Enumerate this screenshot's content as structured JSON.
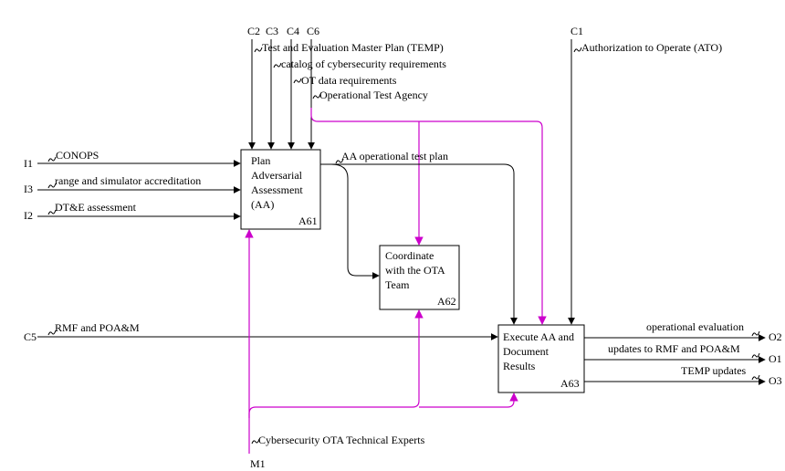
{
  "colors": {
    "arrow": "#000000",
    "mechanism": "#cc00cc",
    "box_border": "#000000",
    "background": "#ffffff"
  },
  "codes": {
    "c1": "C1",
    "c2": "C2",
    "c3": "C3",
    "c4": "C4",
    "c5": "C5",
    "c6": "C6",
    "i1": "I1",
    "i2": "I2",
    "i3": "I3",
    "o1": "O1",
    "o2": "O2",
    "o3": "O3",
    "m1": "M1"
  },
  "inputs": {
    "conops": "CONOPS",
    "range_accreditation": "range and simulator accreditation",
    "dte_assessment": "DT&E assessment",
    "rmf_poam": "RMF and POA&M"
  },
  "controls": {
    "temp": "Test and Evaluation Master Plan (TEMP)",
    "catalog": "catalog of cybersecurity requirements",
    "ot_data": "OT data requirements",
    "ota": "Operational Test Agency",
    "ato": "Authorization to Operate (ATO)"
  },
  "flows": {
    "aa_test_plan": "AA operational test plan"
  },
  "outputs": {
    "operational_evaluation": "operational evaluation",
    "updates_rmf": "updates to RMF and POA&M",
    "temp_updates": "TEMP updates"
  },
  "mechanisms": {
    "cyber_ota_experts": "Cybersecurity OTA Technical Experts"
  },
  "activities": {
    "a61": {
      "title_lines": [
        "Plan",
        "Adversarial",
        "Assessment",
        "(AA)"
      ],
      "node": "A61"
    },
    "a62": {
      "title_lines": [
        "Coordinate",
        "with the OTA",
        "Team"
      ],
      "node": "A62"
    },
    "a63": {
      "title_lines": [
        "Execute AA and",
        "Document",
        "Results"
      ],
      "node": "A63"
    }
  }
}
